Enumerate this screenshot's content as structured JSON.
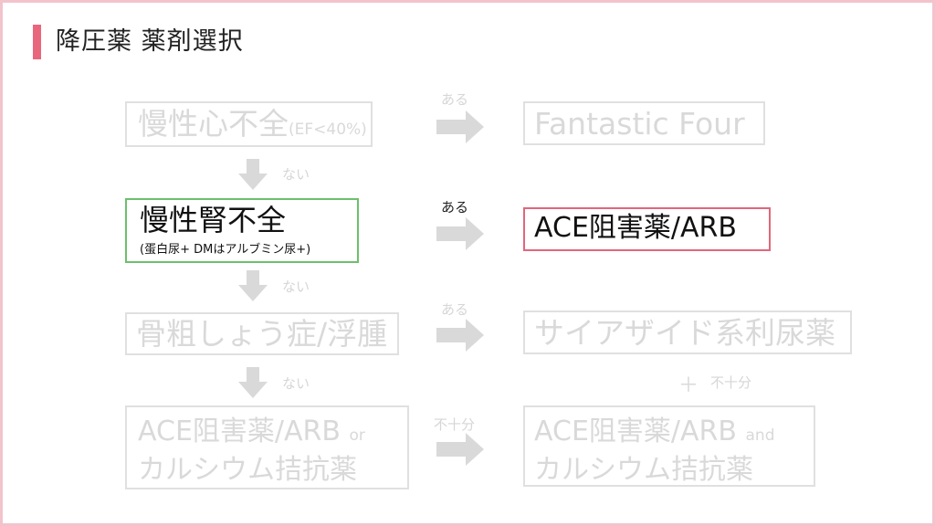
{
  "title": "降圧薬 薬剤選択",
  "colors": {
    "accent": "#e8677c",
    "frame": "#f3c3cc",
    "active_border": "#6cc06c",
    "result_border": "#e0677c",
    "faded": "#d9d9d9"
  },
  "nodes": {
    "heart_failure": {
      "main": "慢性心不全",
      "sub": "(EF<40%)"
    },
    "fantastic_four": {
      "main": "Fantastic Four"
    },
    "ckd": {
      "main": "慢性腎不全",
      "sub": "(蛋白尿+ DMはアルブミン尿+)"
    },
    "ace_arb": {
      "main": "ACE阻害薬/ARB"
    },
    "osteoporosis": {
      "main": "骨粗しょう症/浮腫"
    },
    "thiazide": {
      "main": "サイアザイド系利尿薬"
    },
    "ace_or_ca": {
      "line1": "ACE阻害薬/ARB",
      "connector": "or",
      "line2": "カルシウム拮抗薬"
    },
    "ace_and_ca": {
      "line1": "ACE阻害薬/ARB",
      "connector": "and",
      "line2": "カルシウム拮抗薬"
    }
  },
  "labels": {
    "yes1": "ある",
    "yes2": "ある",
    "yes3": "ある",
    "no1": "ない",
    "no2": "ない",
    "no3": "ない",
    "insufficient1": "不十分",
    "insufficient2": "不十分"
  }
}
